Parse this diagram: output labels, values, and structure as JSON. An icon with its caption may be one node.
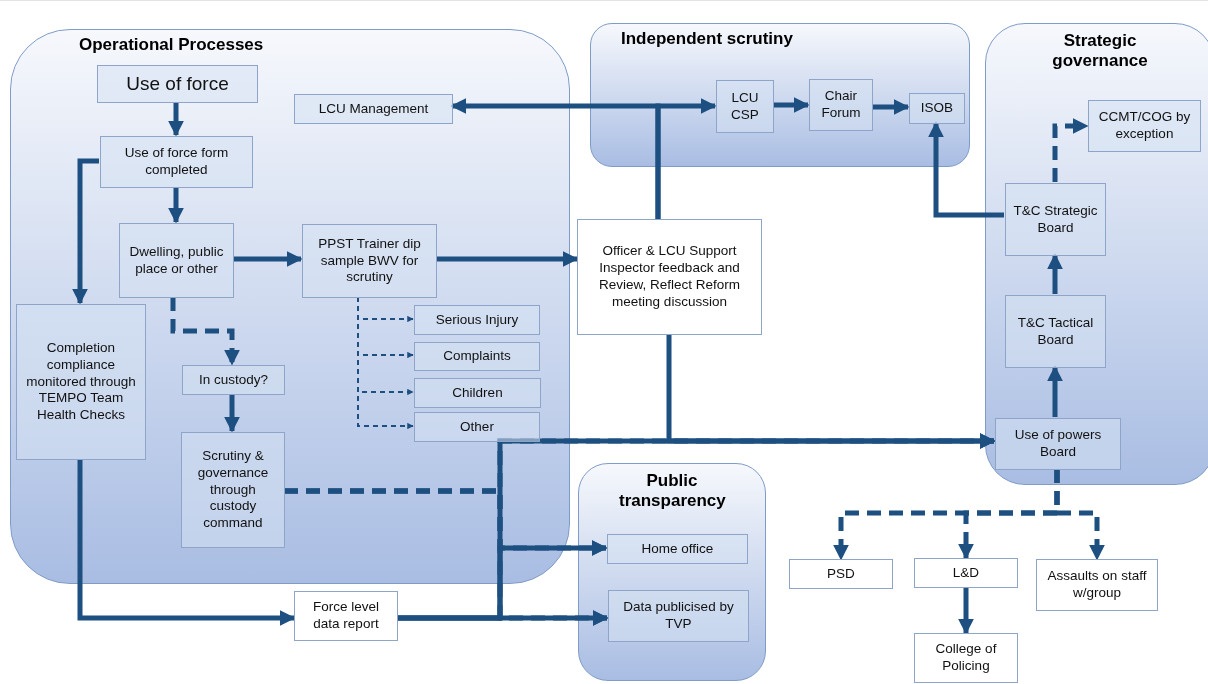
{
  "diagram": {
    "nodes": [
      {
        "text": [
          "Operational Processes"
        ]
      },
      {
        "text": [
          "Use of force"
        ],
        "in": 0
      },
      {
        "text": [
          "Use of force form completed"
        ],
        "in": 0
      },
      {
        "text": [
          "LCU Management"
        ],
        "in": 0
      },
      {
        "text": [
          "Dwelling, public place or other"
        ],
        "in": 0
      },
      {
        "text": [
          "PPST Trainer dip sample BWV for scrutiny"
        ],
        "in": 0
      },
      {
        "text": [
          "Completion compliance monitored through TEMPO Team Health Checks"
        ],
        "in": 0
      },
      {
        "text": [
          "Serious Injury"
        ],
        "in": 0
      },
      {
        "text": [
          "Complaints"
        ],
        "in": 0
      },
      {
        "text": [
          "In custody?"
        ],
        "in": 0
      },
      {
        "text": [
          "Children"
        ],
        "in": 0
      },
      {
        "text": [
          "Other"
        ],
        "in": 0
      },
      {
        "text": [
          "Scrutiny & governance through custody command"
        ],
        "in": 0
      },
      {
        "text": [
          "Independent scrutiny"
        ]
      },
      {
        "text": [
          "LCU CSP"
        ],
        "in": 13
      },
      {
        "text": [
          "Chair Forum"
        ],
        "in": 13
      },
      {
        "text": [
          "ISOB"
        ],
        "in": 13
      },
      {
        "text": [
          "Strategic governance"
        ]
      },
      {
        "text": [
          "CCMT/COG by exception"
        ],
        "in": 17
      },
      {
        "text": [
          "T&C Strategic Board"
        ],
        "in": 17
      },
      {
        "text": [
          "T&C Tactical Board"
        ],
        "in": 17
      },
      {
        "text": [
          "Use of powers Board"
        ],
        "in": 17
      },
      {
        "text": [
          "Officer & LCU Support Inspector feedback and Review, Reflect Reform meeting discussion"
        ]
      },
      {
        "text": [
          "Public transparency"
        ]
      },
      {
        "text": [
          "Home office"
        ],
        "in": 23
      },
      {
        "text": [
          "Data publicised by TVP"
        ],
        "in": 23
      },
      {
        "text": [
          "Force level data report"
        ]
      },
      {
        "text": [
          "PSD"
        ]
      },
      {
        "text": [
          "L&D"
        ]
      },
      {
        "text": [
          "Assaults on staff w/group"
        ]
      },
      {
        "text": [
          "College of Policing"
        ]
      }
    ],
    "edges": [
      {
        "from": 1,
        "to": 2,
        "arrow": "to"
      },
      {
        "from": 2,
        "to": 6,
        "arrow": "to"
      },
      {
        "from": 2,
        "to": 4,
        "arrow": "to"
      },
      {
        "from": 4,
        "to": 5,
        "arrow": "to"
      },
      {
        "from": 5,
        "to": 22,
        "arrow": "to"
      },
      {
        "from": 4,
        "to": 9,
        "arrow": "to",
        "style": "dashed"
      },
      {
        "from": 5,
        "to": 7,
        "arrow": "to",
        "style": "dashed"
      },
      {
        "from": 5,
        "to": 8,
        "arrow": "to",
        "style": "dashed"
      },
      {
        "from": 5,
        "to": 10,
        "arrow": "to",
        "style": "dashed"
      },
      {
        "from": 5,
        "to": 11,
        "arrow": "to",
        "style": "dashed"
      },
      {
        "from": 9,
        "to": 12,
        "arrow": "to"
      },
      {
        "from": 6,
        "to": 26,
        "arrow": "to"
      },
      {
        "from": 22,
        "to": 3,
        "arrow": "to"
      },
      {
        "from": 22,
        "to": 14,
        "arrow": "to"
      },
      {
        "from": 14,
        "to": 15,
        "arrow": "to"
      },
      {
        "from": 15,
        "to": 16,
        "arrow": "to"
      },
      {
        "from": 19,
        "to": 16,
        "arrow": "to"
      },
      {
        "from": 19,
        "to": 18,
        "arrow": "to",
        "style": "dashed"
      },
      {
        "from": 20,
        "to": 19,
        "arrow": "to"
      },
      {
        "from": 21,
        "to": 20,
        "arrow": "to"
      },
      {
        "from": 22,
        "to": 21,
        "arrow": "to"
      },
      {
        "from": 26,
        "to": 21,
        "arrow": "to"
      },
      {
        "from": 26,
        "to": 24,
        "arrow": "to"
      },
      {
        "from": 26,
        "to": 25,
        "arrow": "to"
      },
      {
        "from": 12,
        "to": 21,
        "arrow": "to",
        "style": "dashed"
      },
      {
        "from": 12,
        "to": 24,
        "arrow": "to",
        "style": "dashed"
      },
      {
        "from": 12,
        "to": 25,
        "arrow": "to",
        "style": "dashed"
      },
      {
        "from": 21,
        "to": 27,
        "arrow": "to",
        "style": "dashed"
      },
      {
        "from": 21,
        "to": 28,
        "arrow": "to",
        "style": "dashed"
      },
      {
        "from": 21,
        "to": 29,
        "arrow": "to",
        "style": "dashed"
      },
      {
        "from": 28,
        "to": 30,
        "arrow": "to"
      }
    ]
  }
}
